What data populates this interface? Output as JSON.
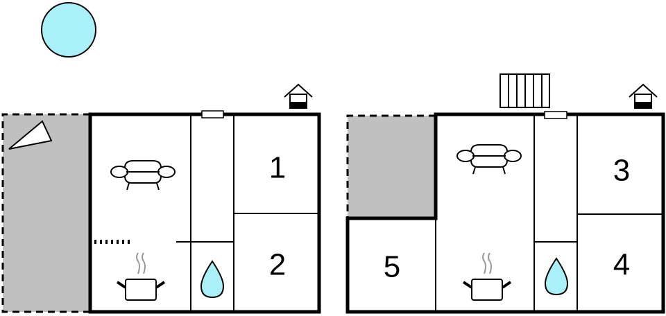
{
  "diagram": {
    "type": "floor-plan",
    "colors": {
      "wall": "#000000",
      "terrace": "#c0c0c0",
      "sun": "#aaf0f8",
      "water": "#aaf0f8",
      "steam": "#999999",
      "background": "#ffffff"
    },
    "sun_icon": "sun-icon",
    "left_unit": {
      "terrace_icon": "sun-lounger-icon",
      "house_icon": "house-entrance-icon",
      "living_icon": "sofa-icon",
      "kitchen_icon": "cooking-pot-icon",
      "bathroom_icon": "water-drop-icon",
      "rooms": [
        {
          "label": "1",
          "type": "bedroom"
        },
        {
          "label": "2",
          "type": "bedroom"
        }
      ]
    },
    "right_unit": {
      "stairs_icon": "stairs-icon",
      "house_icon": "house-entrance-icon",
      "living_icon": "sofa-icon",
      "kitchen_icon": "cooking-pot-icon",
      "bathroom_icon": "water-drop-icon",
      "rooms": [
        {
          "label": "3",
          "type": "bedroom"
        },
        {
          "label": "4",
          "type": "bedroom"
        },
        {
          "label": "5",
          "type": "bedroom"
        }
      ]
    }
  }
}
